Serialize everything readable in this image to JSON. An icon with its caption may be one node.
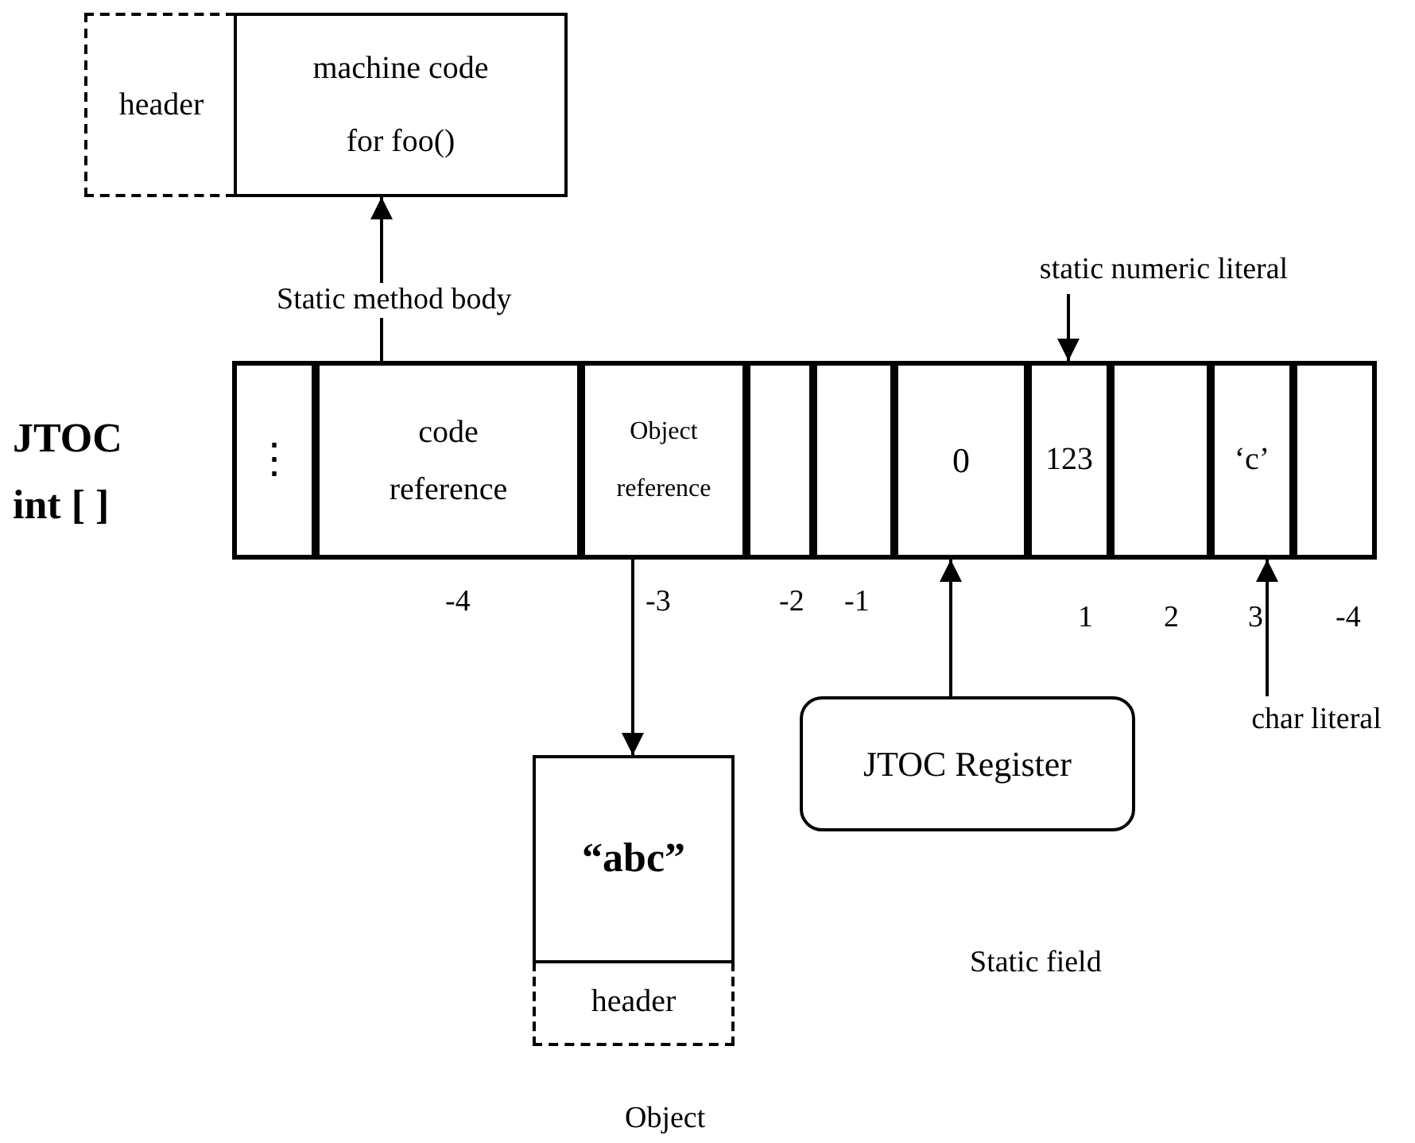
{
  "diagram": {
    "nodes": [
      {
        "text": [
          "header"
        ]
      },
      {
        "text": [
          "machine code for foo()"
        ]
      },
      {
        "text": [
          "static numeric literal"
        ]
      },
      {
        "text": [
          "JTOC int [ ]"
        ]
      },
      {
        "text": [
          "⋮"
        ],
        "in": 3
      },
      {
        "text": [
          "code reference"
        ],
        "in": 3,
        "beside": [
          "-4"
        ]
      },
      {
        "text": [
          "Object reference"
        ],
        "in": 3,
        "beside": [
          "-3"
        ]
      },
      {
        "text": [],
        "shape": "box",
        "in": 3,
        "beside": [
          "-2"
        ]
      },
      {
        "text": [],
        "shape": "box",
        "in": 3,
        "beside": [
          "-1"
        ]
      },
      {
        "text": [
          "0"
        ],
        "in": 3
      },
      {
        "text": [
          "123"
        ],
        "in": 3,
        "beside": [
          "1"
        ]
      },
      {
        "text": [],
        "shape": "box",
        "in": 3,
        "beside": [
          "2"
        ]
      },
      {
        "text": [
          "‘c’"
        ],
        "in": 3,
        "beside": [
          "3"
        ]
      },
      {
        "text": [],
        "shape": "box",
        "in": 3,
        "beside": [
          "-4"
        ]
      },
      {
        "text": [
          "char literal"
        ]
      },
      {
        "text": [
          "JTOC Register"
        ]
      },
      {
        "text": [
          "“abc”"
        ]
      },
      {
        "text": [
          "header"
        ]
      }
    ],
    "edges": [
      {
        "from": 5,
        "to": 1,
        "arrow": "to",
        "label": "Static method body"
      },
      {
        "from": 2,
        "to": 10,
        "arrow": "to"
      },
      {
        "from": 6,
        "to": 16,
        "arrow": "to"
      },
      {
        "from": 15,
        "to": 9,
        "arrow": "to"
      },
      {
        "from": 14,
        "to": 12,
        "arrow": "to"
      }
    ],
    "labels": [
      "Static field",
      "Object"
    ]
  }
}
